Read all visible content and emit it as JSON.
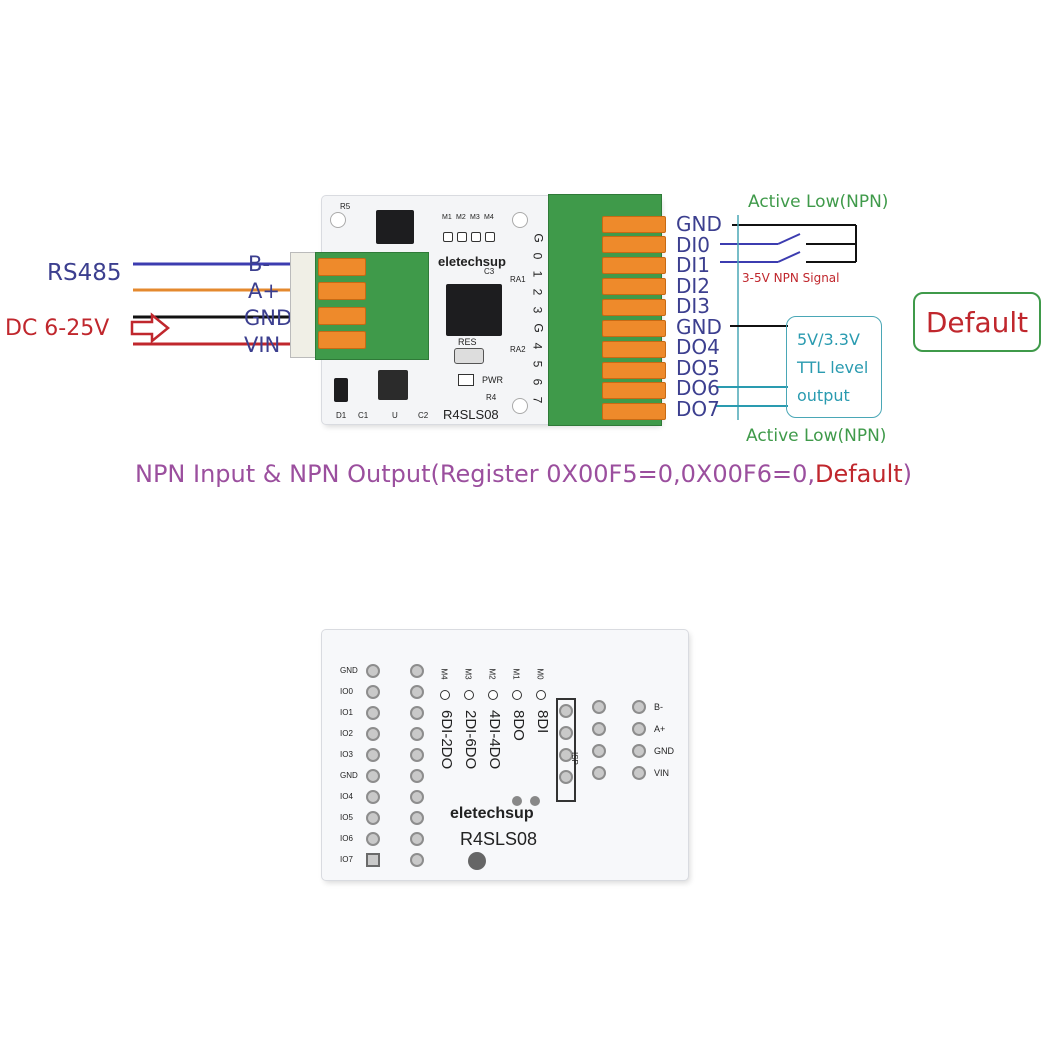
{
  "colors": {
    "green_label": "#3f9a4a",
    "navy_label": "#3c3f8f",
    "red_label": "#c0272d",
    "purple_caption": "#9b4f9e",
    "teal": "#2a9bb0",
    "blue_wire": "#3c3cb0",
    "orange_wire": "#e4892e",
    "black_wire": "#111111",
    "red_wire": "#c0272d"
  },
  "left": {
    "rs485": "RS485",
    "dc": "DC 6-25V",
    "pins": [
      "B-",
      "A+",
      "GND",
      "VIN"
    ]
  },
  "right": {
    "active_low_top": "Active Low(NPN)",
    "active_low_bottom": "Active Low(NPN)",
    "npn_signal": "3-5V NPN Signal",
    "ttl_line1": "5V/3.3V",
    "ttl_line2": "TTL level",
    "ttl_line3": "output",
    "pins": [
      "GND",
      "DI0",
      "DI1",
      "DI2",
      "DI3",
      "GND",
      "DO4",
      "DO5",
      "DO6",
      "DO7"
    ]
  },
  "default_badge": "Default",
  "caption": {
    "part1": "NPN Input  & NPN Output(Register 0X00F5=0,0X00F6=0,",
    "part2": "Default",
    "part3": ")"
  },
  "board_top": {
    "brand": "eletechsup",
    "model": "R4SLS08",
    "res_label": "RES",
    "pwr_label": "PWR",
    "r4_label": "R4",
    "ra1_label": "RA1",
    "ra2_label": "RA2",
    "c3_label": "C3",
    "r5_label": "R5",
    "m_labels": [
      "M1",
      "M2",
      "M3",
      "M4"
    ],
    "bottom_labels": [
      "D1",
      "C1",
      "U",
      "C2"
    ],
    "pin_numbers": [
      "G",
      "0",
      "1",
      "2",
      "3",
      "G",
      "4",
      "5",
      "6",
      "7"
    ]
  },
  "board_bottom": {
    "brand": "eletechsup",
    "model": "R4SLS08",
    "isp": "ISP",
    "left_pins": [
      "GND",
      "IO0",
      "IO1",
      "IO2",
      "IO3",
      "GND",
      "IO4",
      "IO5",
      "IO6",
      "IO7"
    ],
    "right_pins": [
      "B-",
      "A+",
      "GND",
      "VIN"
    ],
    "modes": [
      {
        "led": "M0",
        "text": "8DI"
      },
      {
        "led": "M1",
        "text": "8DO"
      },
      {
        "led": "M2",
        "text": "4DI-4DO"
      },
      {
        "led": "M3",
        "text": "2DI-6DO"
      },
      {
        "led": "M4",
        "text": "6DI-2DO"
      }
    ]
  }
}
